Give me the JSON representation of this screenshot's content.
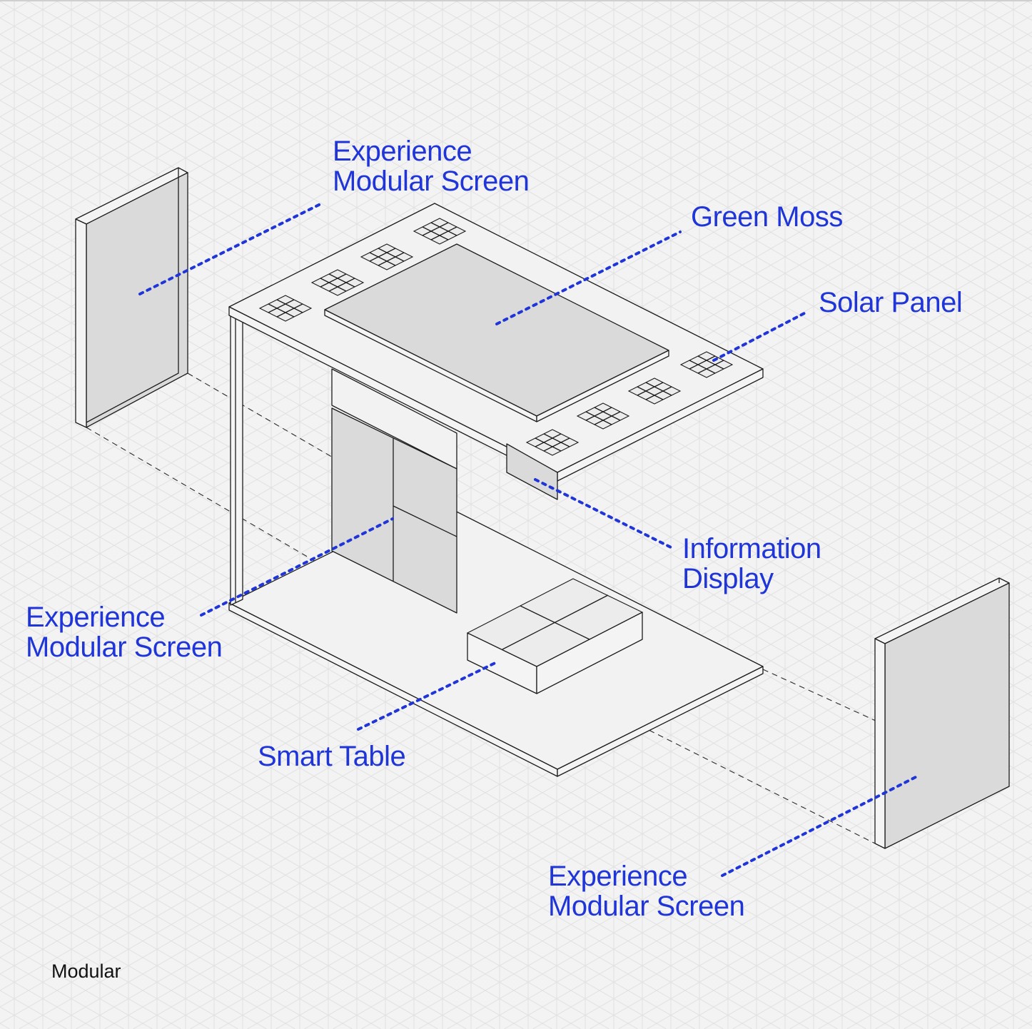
{
  "colors": {
    "accent": "#1f35d8",
    "line": "#1c1c1c",
    "panel_fill": "#dadada",
    "background": "#f3f3f3"
  },
  "labels": {
    "top_screen": [
      "Experience",
      "Modular Screen"
    ],
    "green_moss": [
      "Green Moss"
    ],
    "solar_panel": [
      "Solar Panel"
    ],
    "information_display": [
      "Information",
      "Display"
    ],
    "left_screen": [
      "Experience",
      "Modular Screen"
    ],
    "smart_table": [
      "Smart Table"
    ],
    "right_screen": [
      "Experience",
      "Modular Screen"
    ]
  },
  "caption": "Modular"
}
